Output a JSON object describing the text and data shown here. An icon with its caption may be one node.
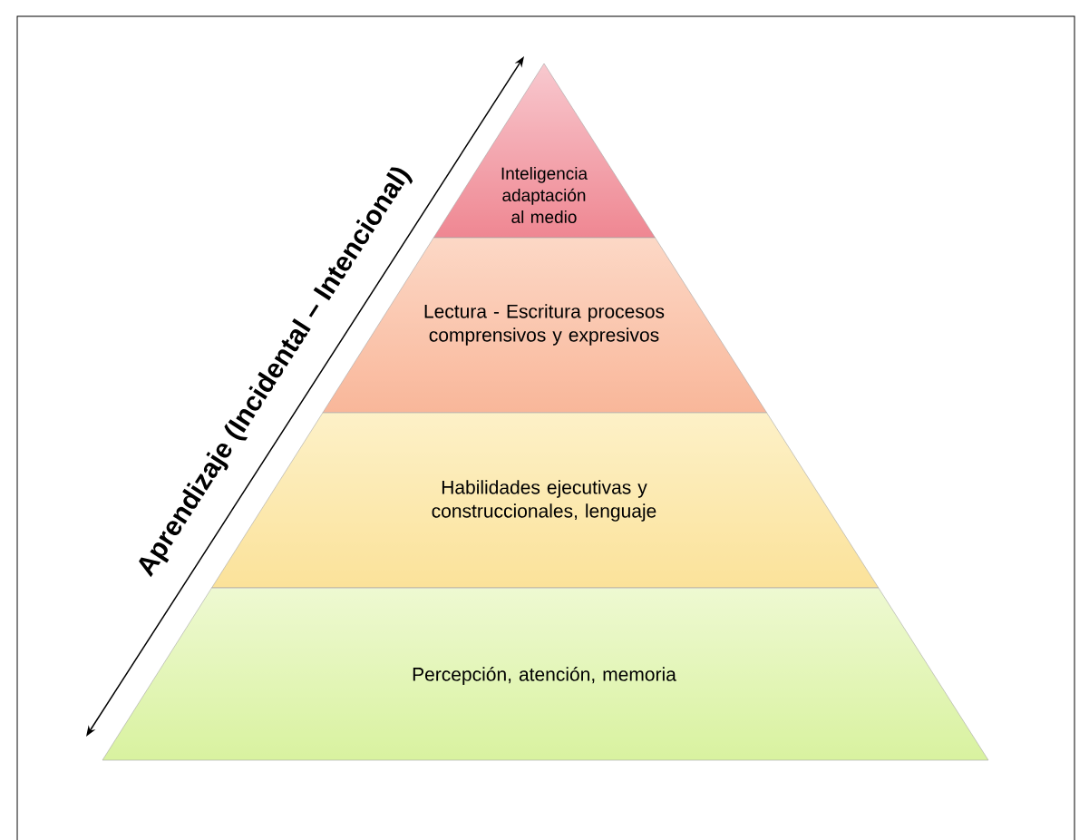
{
  "diagram": {
    "nodes": [
      {
        "text": [
          "Inteligencia adaptación al medio"
        ]
      },
      {
        "text": [
          "Lectura - Escritura procesos comprensivos y expresivos"
        ]
      },
      {
        "text": [
          "Habilidades ejecutivas y construccionales, lenguaje"
        ]
      },
      {
        "text": [
          "Percepción, atención, memoria"
        ]
      }
    ],
    "labels": [
      "Aprendizaje (Incidental – Intencional)"
    ]
  }
}
